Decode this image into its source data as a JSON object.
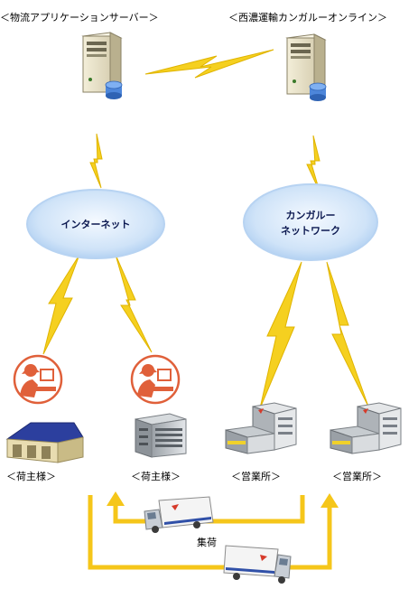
{
  "servers": {
    "left_label": "＜物流アプリケーションサーバー＞",
    "right_label": "＜西濃運輸カンガルーオンライン＞"
  },
  "networks": {
    "internet": "インターネット",
    "kangaroo_line1": "カンガルー",
    "kangaroo_line2": "ネットワーク"
  },
  "nodes": {
    "shipper_1": "＜荷主様＞",
    "shipper_2": "＜荷主様＞",
    "office_1": "＜営業所＞",
    "office_2": "＜営業所＞"
  },
  "flow": {
    "pickup_label": "集荷"
  },
  "colors": {
    "lightning": "#f5d020",
    "arrow": "#f5c61a",
    "cloud": "#cfe3f8",
    "cloud_edge": "#8fb8ea",
    "person": "#e0603a",
    "warehouse_roof": "#2c3f9e",
    "truck": "#f2f2f2"
  }
}
